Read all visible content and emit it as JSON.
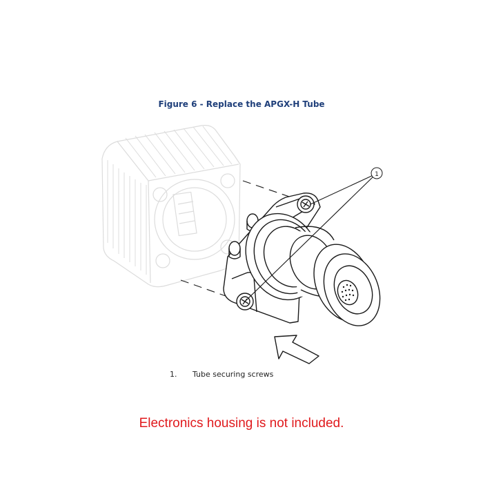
{
  "figure": {
    "caption": "Figure 6 - Replace the APGX-H Tube",
    "callout_number": "1"
  },
  "legend": {
    "items": [
      {
        "number": "1.",
        "label": "Tube securing screws"
      }
    ]
  },
  "note": {
    "text": "Electronics housing is not included."
  },
  "colors": {
    "caption": "#1f3f7a",
    "note": "#e0191c",
    "line": "#1a1a1a",
    "ghost": "#dcdcdc"
  }
}
